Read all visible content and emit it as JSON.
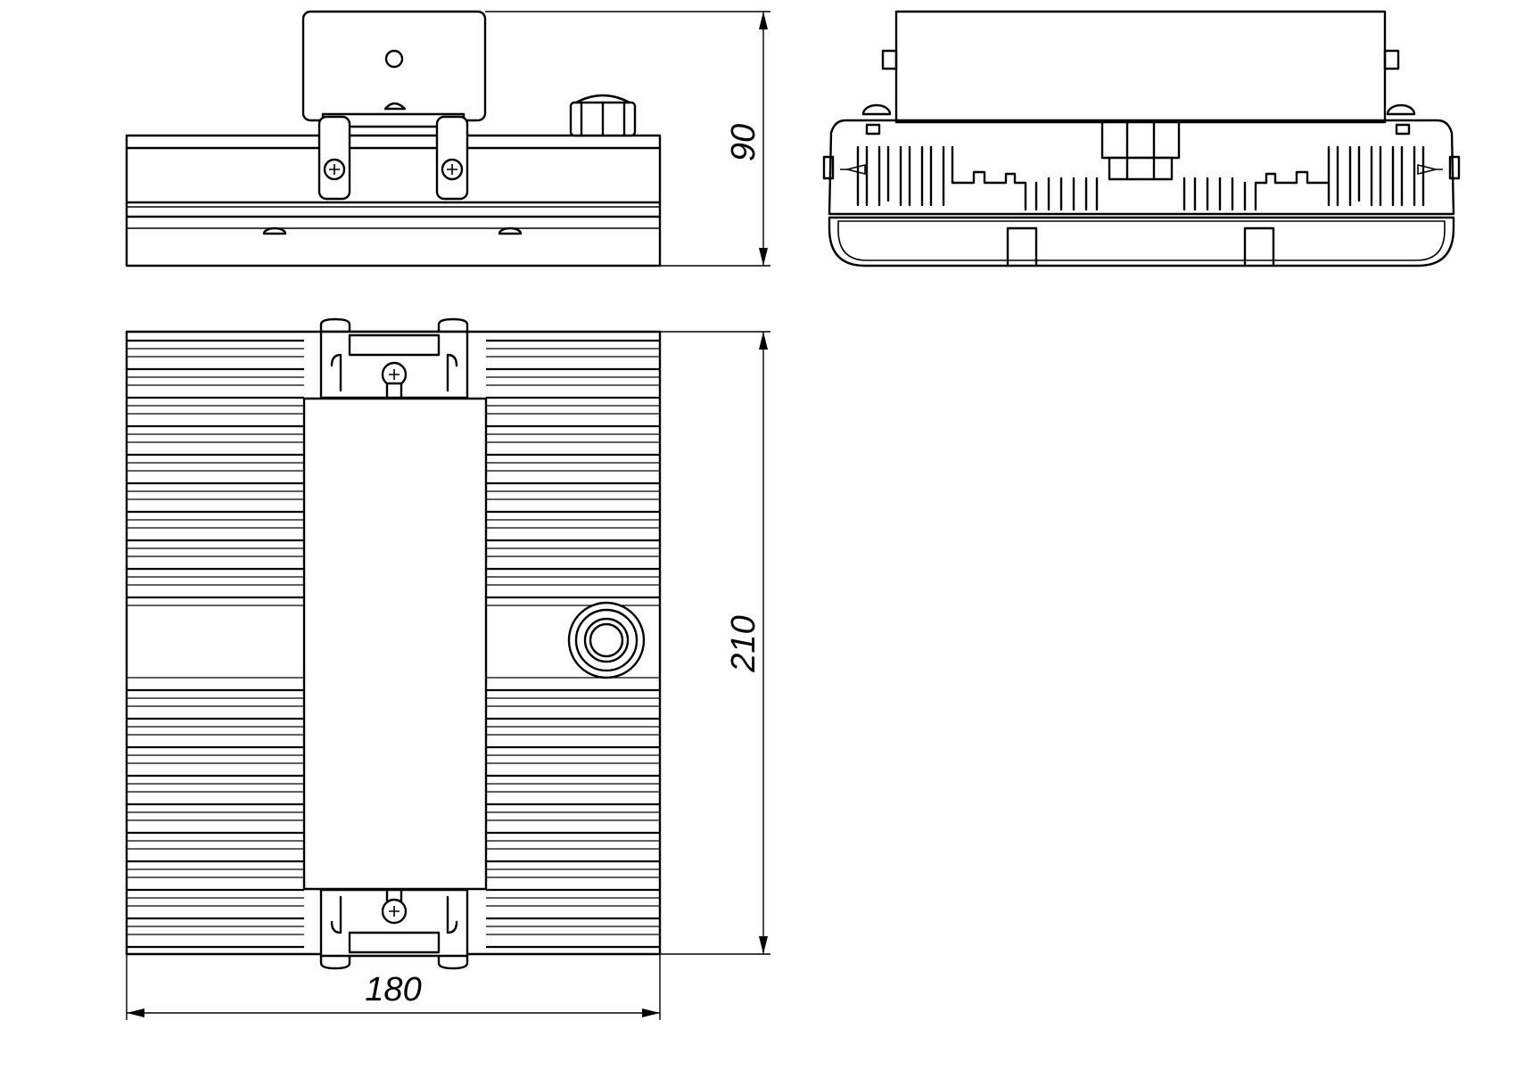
{
  "dimensions": {
    "height_side_view": "90",
    "depth_top_view": "210",
    "width_top_view": "180"
  }
}
